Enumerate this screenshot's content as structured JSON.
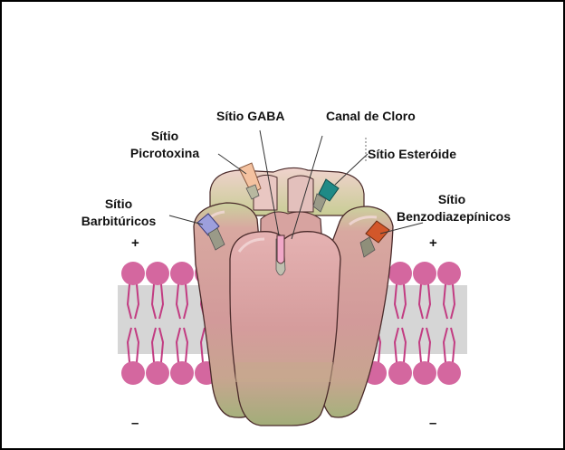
{
  "labels": {
    "gaba": "Sítio GABA",
    "chlorine_channel": "Canal de Cloro",
    "picrotoxin_line1": "Sítio",
    "picrotoxin_line2": "Picrotoxina",
    "steroid": "Sítio Esteróide",
    "barbiturate_line1": "Sítio",
    "barbiturate_line2": "Barbitúricos",
    "benzo_line1": "Sítio",
    "benzo_line2": "Benzodiazepínicos"
  },
  "membrane_signs": {
    "left_top": "+",
    "right_top": "+",
    "left_bottom": "–",
    "right_bottom": "–"
  },
  "colors": {
    "lipid_head": "#d4679f",
    "lipid_tail": "#c23c82",
    "membrane_core": "#cfcfcf",
    "subunit": "#d49c9c",
    "subunit_top": "#c9cf9a",
    "subunit_bottom": "#a7b07f",
    "outline": "#4a2a2a",
    "gaba_site": "#f1a8c8",
    "picrotoxin_site": "#f4c2a0",
    "steroid_site": "#1f8a86",
    "barbiturate_site": "#9d9fdc",
    "benzo_site": "#d2572a",
    "site_stem": "#8f8f7a"
  }
}
